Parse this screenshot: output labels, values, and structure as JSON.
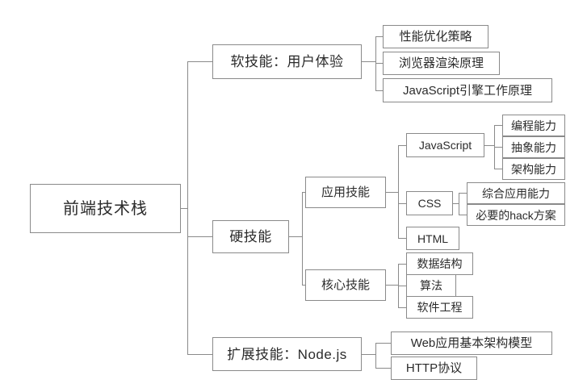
{
  "diagram": {
    "title": "前端技术栈",
    "type": "mindmap",
    "background_color": "#ffffff",
    "border_color": "#8a8a8a",
    "text_color": "#2b2b2b",
    "root": {
      "label": "前端技术栈"
    },
    "branches": [
      {
        "label": "软技能：用户体验",
        "children": [
          {
            "label": "性能优化策略"
          },
          {
            "label": "浏览器渲染原理"
          },
          {
            "label": "JavaScript引擎工作原理"
          }
        ]
      },
      {
        "label": "硬技能",
        "children": [
          {
            "label": "应用技能",
            "children": [
              {
                "label": "JavaScript",
                "children": [
                  {
                    "label": "编程能力"
                  },
                  {
                    "label": "抽象能力"
                  },
                  {
                    "label": "架构能力"
                  }
                ]
              },
              {
                "label": "CSS",
                "children": [
                  {
                    "label": "综合应用能力"
                  },
                  {
                    "label": "必要的hack方案"
                  }
                ]
              },
              {
                "label": "HTML",
                "children": []
              }
            ]
          },
          {
            "label": "核心技能",
            "children": [
              {
                "label": "数据结构"
              },
              {
                "label": "算法"
              },
              {
                "label": "软件工程"
              }
            ]
          }
        ]
      },
      {
        "label": "扩展技能：Node.js",
        "children": [
          {
            "label": "Web应用基本架构模型"
          },
          {
            "label": "HTTP协议"
          }
        ]
      }
    ]
  }
}
